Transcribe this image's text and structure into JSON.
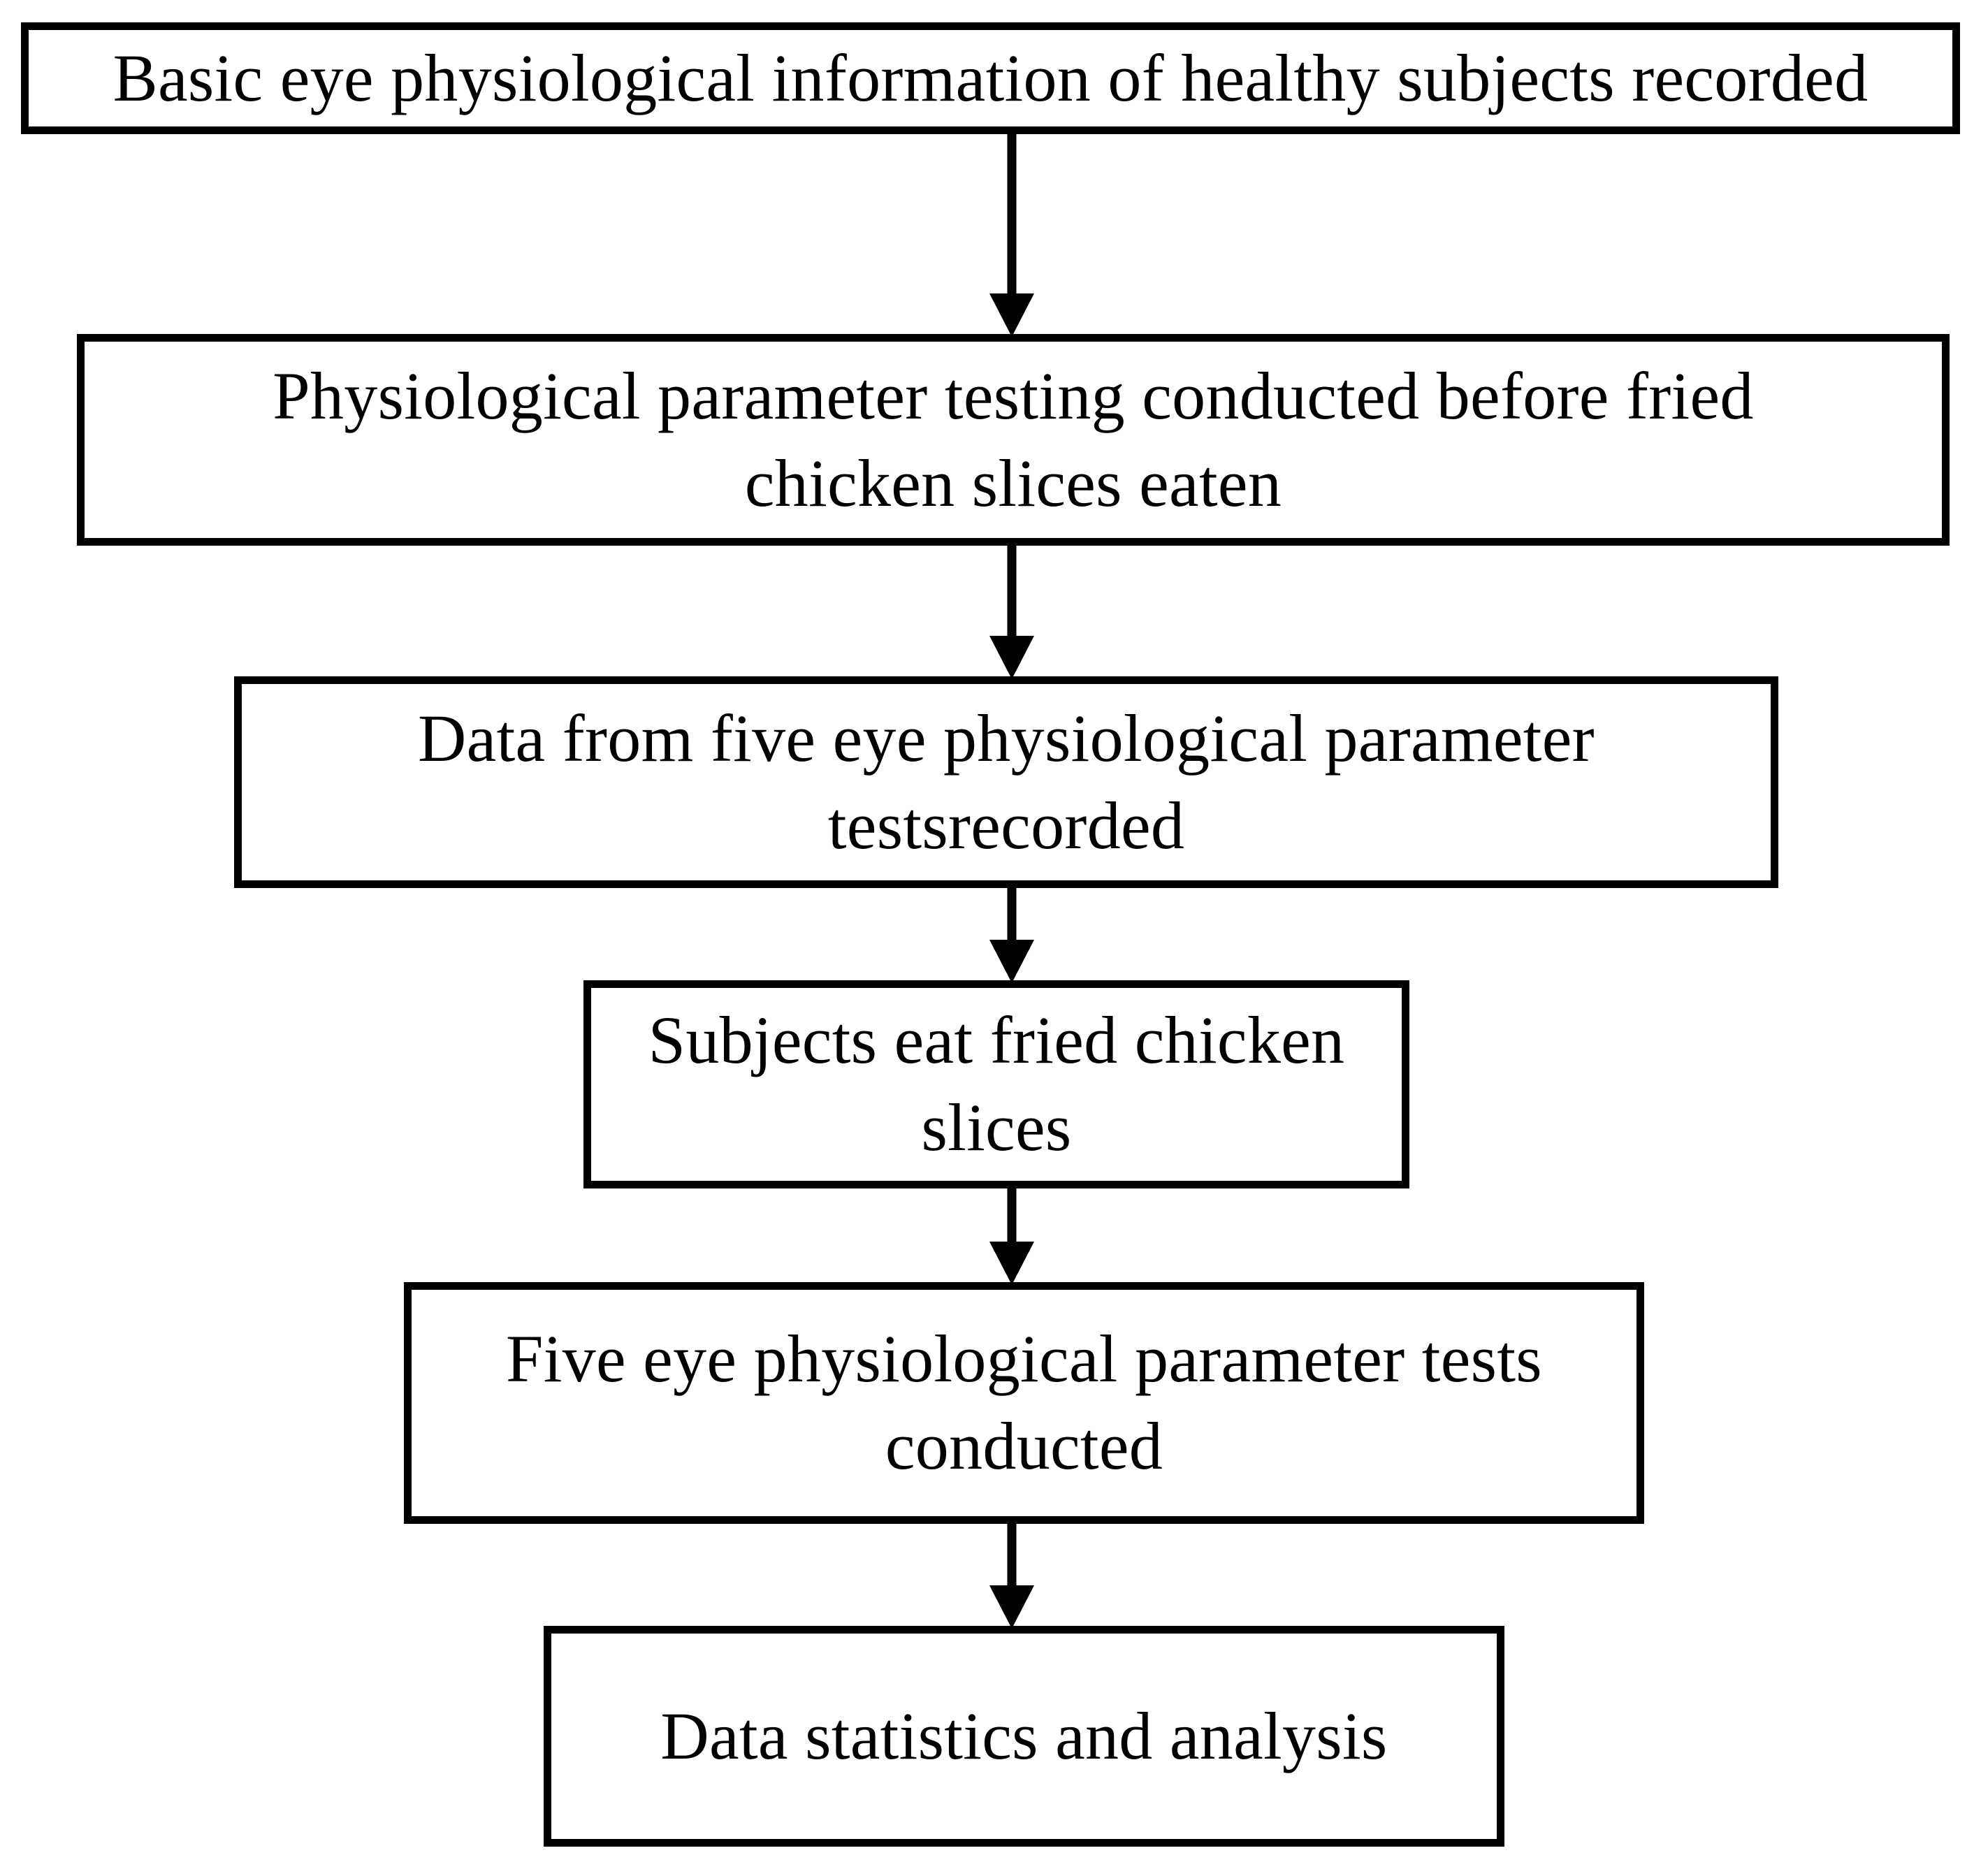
{
  "figure": {
    "type": "flowchart",
    "orientation": "vertical-top-to-bottom",
    "background_color": "#ffffff",
    "stroke_color": "#000000",
    "text_color": "#000000",
    "node_count": 6,
    "connector_count": 5
  },
  "nodes": [
    {
      "id": "node-1",
      "step": 1,
      "label": "Basic eye physiological information of healthy subjects recorded",
      "shape": "rectangle"
    },
    {
      "id": "node-2",
      "step": 2,
      "label": "Physiological parameter testing conducted before fried\nchicken slices eaten",
      "shape": "rectangle"
    },
    {
      "id": "node-3",
      "step": 3,
      "label": "Data from five eye physiological parameter\ntestsrecorded",
      "shape": "rectangle"
    },
    {
      "id": "node-4",
      "step": 4,
      "label": "Subjects eat fried chicken\nslices",
      "shape": "rectangle"
    },
    {
      "id": "node-5",
      "step": 5,
      "label": "Five eye physiological parameter tests\nconducted",
      "shape": "rectangle"
    },
    {
      "id": "node-6",
      "step": 6,
      "label": "Data statistics and analysis",
      "shape": "rectangle"
    }
  ],
  "connectors": [
    {
      "id": "arrow-1-2",
      "from": "node-1",
      "to": "node-2",
      "style": "solid-line-filled-arrowhead",
      "direction": "down"
    },
    {
      "id": "arrow-2-3",
      "from": "node-2",
      "to": "node-3",
      "style": "solid-line-filled-arrowhead",
      "direction": "down"
    },
    {
      "id": "arrow-3-4",
      "from": "node-3",
      "to": "node-4",
      "style": "solid-line-filled-arrowhead",
      "direction": "down"
    },
    {
      "id": "arrow-4-5",
      "from": "node-4",
      "to": "node-5",
      "style": "solid-line-filled-arrowhead",
      "direction": "down"
    },
    {
      "id": "arrow-5-6",
      "from": "node-5",
      "to": "node-6",
      "style": "solid-line-filled-arrowhead",
      "direction": "down"
    }
  ]
}
